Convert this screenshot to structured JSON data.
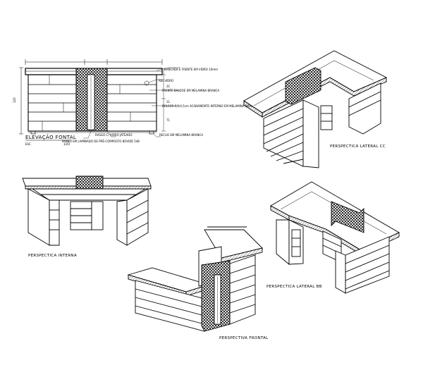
{
  "front_elevation": {
    "title": "ELEVAÇÃO FONTAL",
    "scale": "1/20",
    "esc_label": "ESC",
    "dimension_left": "120",
    "notes": [
      "BANCADA E FRENTE EM VIDRO 10mm",
      "FRENTE BALDOE EM MELAMINA BRANCA",
      "BOLSOS 0,5-0,5cm ACABAMENTO INTERNO EM MELAMINA BRANCA",
      "PAINEL EM LAMINADO DE PRÉ-COMPOSTO BOVIDE 548",
      "RASGO C/ VIDRO JATEADO",
      "RECUO EM MELAMINA BRANCA"
    ],
    "tag": "REF.VIDRO",
    "side_dims": [
      "21",
      "11",
      "71"
    ]
  },
  "views": [
    {
      "id": "lateral-cc",
      "label": "PERSPECTICA LATERAL CC"
    },
    {
      "id": "interna",
      "label": "PERSPECTICA INTERNA"
    },
    {
      "id": "lateral-bb",
      "label": "PERSPECTICA LATERAL BB"
    },
    {
      "id": "frontal",
      "label": "PERSPECTIVA FRONTAL"
    }
  ]
}
